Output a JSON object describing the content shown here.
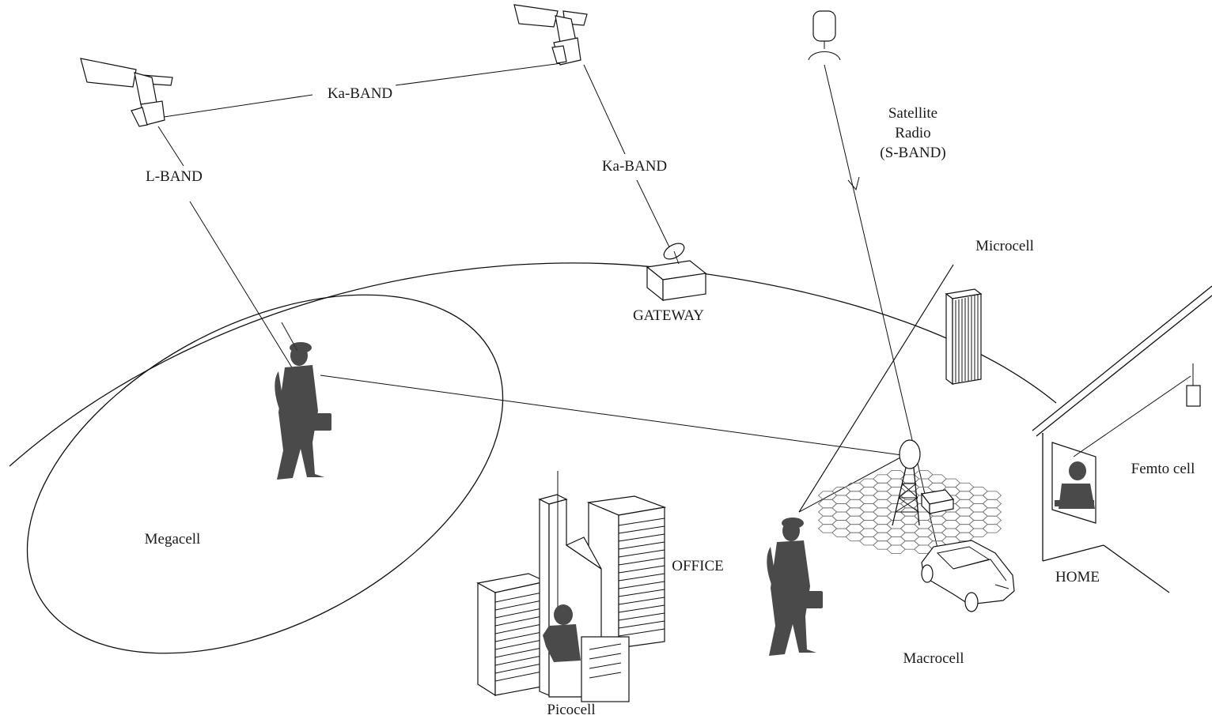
{
  "labels": {
    "ka_band_1": "Ka-BAND",
    "ka_band_2": "Ka-BAND",
    "l_band": "L-BAND",
    "satellite_radio_1": "Satellite",
    "satellite_radio_2": "Radio",
    "satellite_radio_3": "(S-BAND)",
    "gateway": "GATEWAY",
    "microcell": "Microcell",
    "megacell": "Megacell",
    "office": "OFFICE",
    "picocell": "Picocell",
    "macrocell": "Macrocell",
    "femto_cell": "Femto cell",
    "home": "HOME"
  },
  "colors": {
    "line": "#111111",
    "figure": "#4a4a4a",
    "hex_grid": "#777777"
  }
}
